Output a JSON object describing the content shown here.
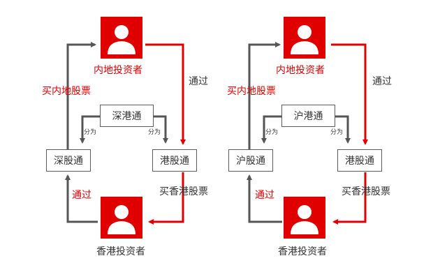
{
  "colors": {
    "red": "#e00000",
    "gray": "#555555",
    "text": "#333333"
  },
  "left": {
    "top_investor": "内地投资者",
    "bottom_investor": "香港投资者",
    "center_box": "深港通",
    "split_label_left": "分为",
    "split_label_right": "分为",
    "left_box": "深股通",
    "right_box": "港股通",
    "buy_mainland": "买内地股票",
    "buy_hk": "买香港股票",
    "via_top": "通过",
    "via_bottom": "通过"
  },
  "right": {
    "top_investor": "内地投资者",
    "bottom_investor": "香港投资者",
    "center_box": "沪港通",
    "split_label_left": "分为",
    "split_label_right": "分为",
    "left_box": "沪股通",
    "right_box": "港股通",
    "buy_mainland": "买内地股票",
    "buy_hk": "买香港股票",
    "via_top": "通过",
    "via_bottom": "通过"
  },
  "icons": {
    "investor": "person-silhouette-icon"
  }
}
